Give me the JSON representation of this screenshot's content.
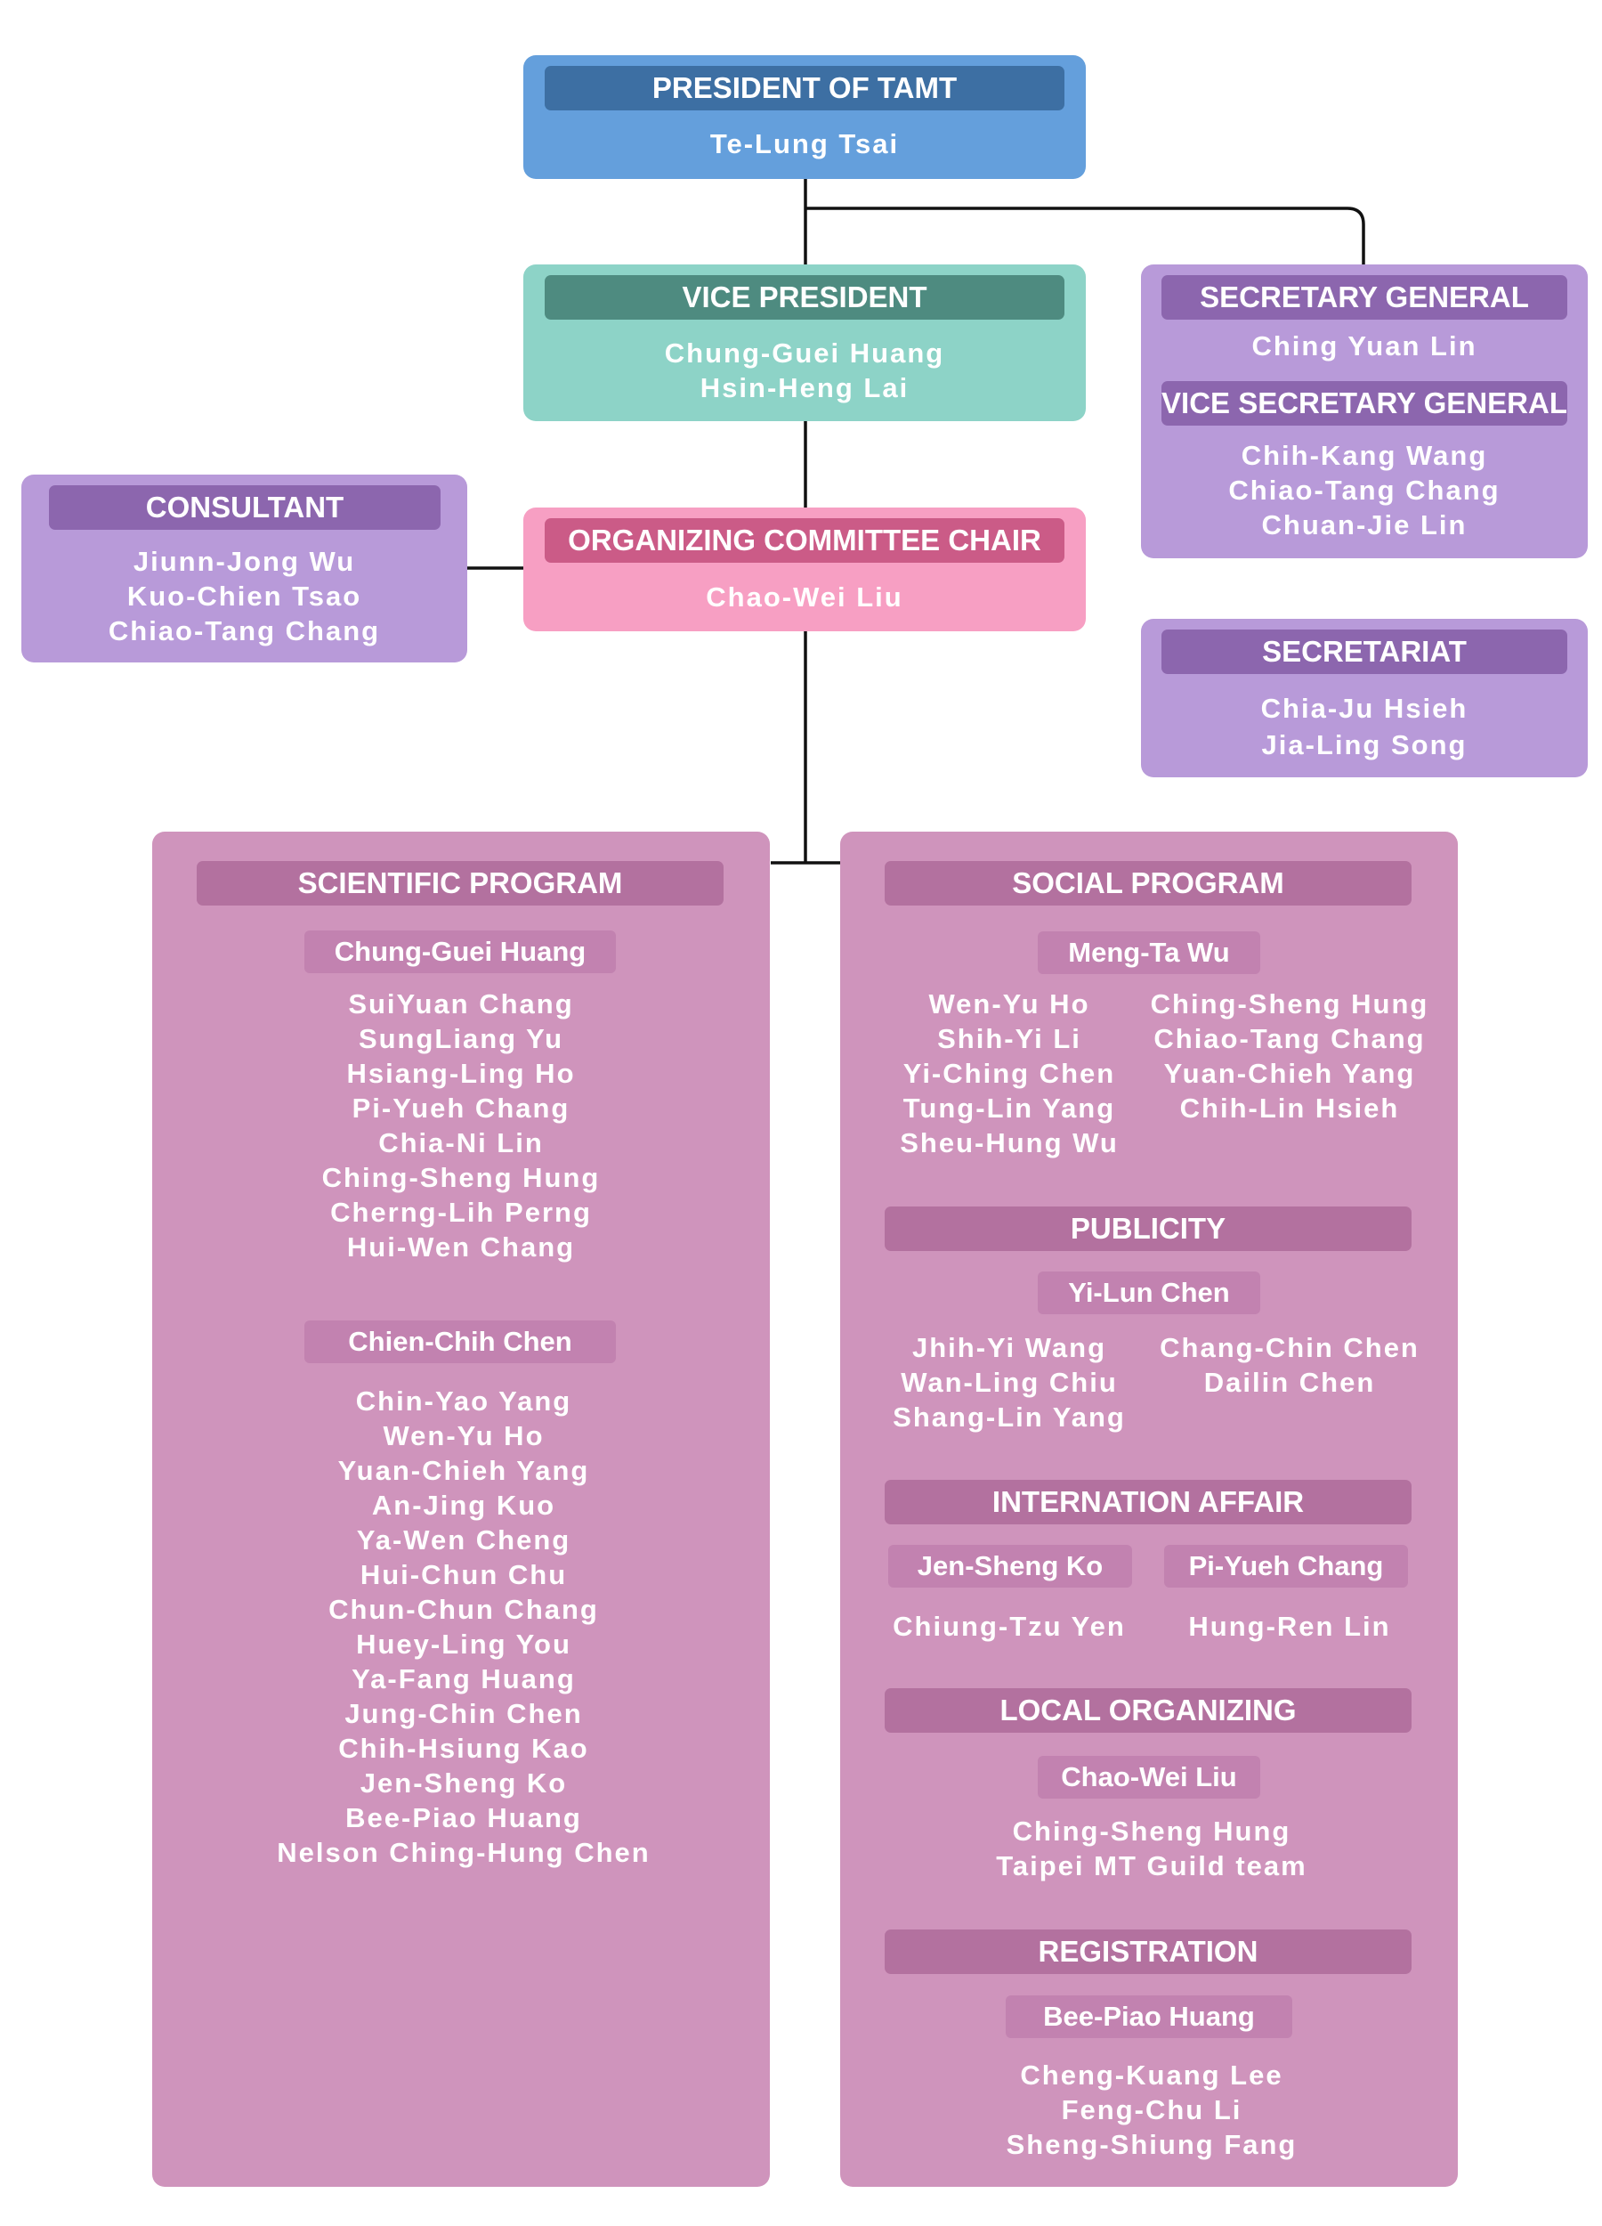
{
  "president": {
    "title": "PRESIDENT OF TAMT",
    "names": [
      "Te-Lung Tsai"
    ]
  },
  "vice_president": {
    "title": "VICE PRESIDENT",
    "names": [
      "Chung-Guei Huang",
      "Hsin-Heng Lai"
    ]
  },
  "organizing_chair": {
    "title": "ORGANIZING COMMITTEE CHAIR",
    "names": [
      "Chao-Wei Liu"
    ]
  },
  "consultant": {
    "title": "CONSULTANT",
    "names": [
      "Jiunn-Jong Wu",
      "Kuo-Chien Tsao",
      "Chiao-Tang Chang"
    ]
  },
  "secretary_general": {
    "title": "SECRETARY GENERAL",
    "names": [
      "Ching Yuan Lin"
    ]
  },
  "vice_secretary_general": {
    "title": "VICE SECRETARY GENERAL",
    "names": [
      "Chih-Kang Wang",
      "Chiao-Tang Chang",
      "Chuan-Jie Lin"
    ]
  },
  "secretariat": {
    "title": "SECRETARIAT",
    "names": [
      "Chia-Ju Hsieh",
      "Jia-Ling Song"
    ]
  },
  "scientific": {
    "title": "SCIENTIFIC PROGRAM",
    "lead1": "Chung-Guei Huang",
    "group1": [
      "SuiYuan Chang",
      "SungLiang Yu",
      "Hsiang-Ling Ho",
      "Pi-Yueh Chang",
      "Chia-Ni Lin",
      "Ching-Sheng Hung",
      "Cherng-Lih Perng",
      "Hui-Wen Chang"
    ],
    "lead2": "Chien-Chih Chen",
    "group2": [
      "Chin-Yao Yang",
      "Wen-Yu Ho",
      "Yuan-Chieh Yang",
      "An-Jing Kuo",
      "Ya-Wen Cheng",
      "Hui-Chun Chu",
      "Chun-Chun Chang",
      "Huey-Ling You",
      "Ya-Fang Huang",
      "Jung-Chin Chen",
      "Chih-Hsiung Kao",
      "Jen-Sheng Ko",
      "Bee-Piao Huang",
      "Nelson Ching-Hung Chen"
    ]
  },
  "social": {
    "title": "SOCIAL PROGRAM",
    "lead": "Meng-Ta Wu",
    "col1": [
      "Wen-Yu Ho",
      "Shih-Yi Li",
      "Yi-Ching Chen",
      "Tung-Lin Yang",
      "Sheu-Hung Wu"
    ],
    "col2": [
      "Ching-Sheng Hung",
      "Chiao-Tang Chang",
      "Yuan-Chieh Yang",
      "Chih-Lin Hsieh"
    ]
  },
  "publicity": {
    "title": "PUBLICITY",
    "lead": "Yi-Lun Chen",
    "col1": [
      "Jhih-Yi Wang",
      "Wan-Ling Chiu",
      "Shang-Lin Yang"
    ],
    "col2": [
      "Chang-Chin Chen",
      "Dailin Chen"
    ]
  },
  "international": {
    "title": "INTERNATION AFFAIR",
    "lead1": "Jen-Sheng Ko",
    "lead2": "Pi-Yueh Chang",
    "member1": "Chiung-Tzu Yen",
    "member2": "Hung-Ren Lin"
  },
  "local": {
    "title": "LOCAL ORGANIZING",
    "lead": "Chao-Wei Liu",
    "members": [
      "Ching-Sheng Hung",
      "Taipei MT Guild team"
    ]
  },
  "registration": {
    "title": "REGISTRATION",
    "lead": "Bee-Piao Huang",
    "members": [
      "Cheng-Kuang Lee",
      "Feng-Chu Li",
      "Sheng-Shiung Fang"
    ]
  },
  "colors": {
    "president": "#649fdc",
    "president_header": "#3d6fa3",
    "vice_president": "#8dd3c7",
    "vice_president_header": "#4e8b80",
    "chair": "#f79fc3",
    "chair_header": "#cb5b87",
    "lavender": "#b89ad9",
    "lavender_header": "#8c66ae",
    "program": "#cf94bc",
    "program_header": "#b3719f",
    "program_sub": "#c282b0",
    "connector": "#111111"
  }
}
